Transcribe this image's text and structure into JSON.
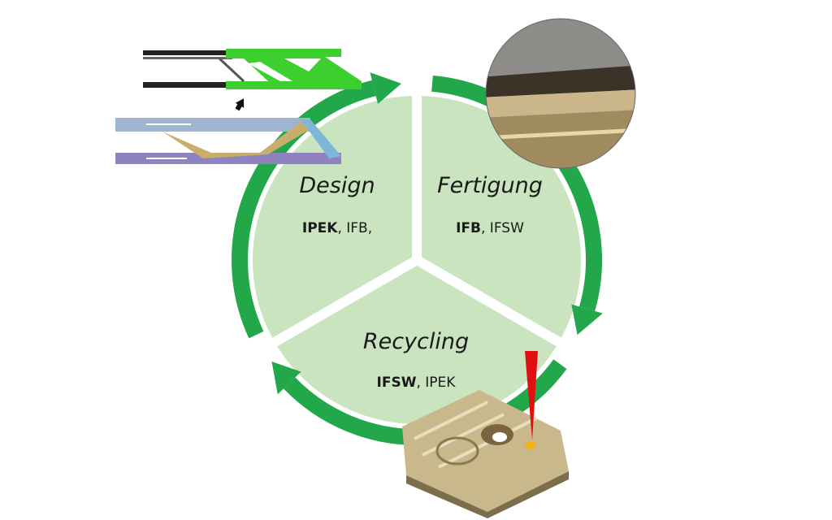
{
  "colors": {
    "ring": "#22a84a",
    "sector_fill": "#c9e4bf",
    "laser": "#e01010"
  },
  "sectors": [
    {
      "title": "Design",
      "lead": "IPEK",
      "others": ", IFB,"
    },
    {
      "title": "Fertigung",
      "lead": "IFB",
      "others": ", IFSW"
    },
    {
      "title": "Recycling",
      "lead": "IFSW",
      "others": ", IPEK"
    }
  ],
  "icons": [
    "topology-optimization-image",
    "sandwich-panel-photo",
    "laser-machined-plate-image"
  ]
}
